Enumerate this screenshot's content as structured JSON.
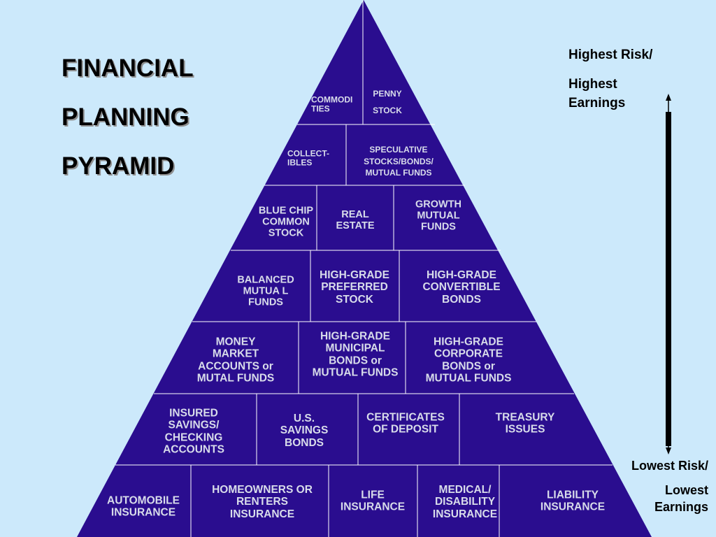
{
  "title": {
    "lines": [
      "FINANCIAL",
      "PLANNING",
      "PYRAMID"
    ]
  },
  "risk_scale": {
    "top_label_1": "Highest Risk/",
    "top_label_2": "Highest",
    "top_label_3": "Earnings",
    "bottom_label_1": "Lowest Risk/",
    "bottom_label_2": "Lowest",
    "bottom_label_3": "Earnings"
  },
  "colors": {
    "background": "#cce9fb",
    "pyramid_fill": "#2a0d8f",
    "pyramid_lines": "#ffffff",
    "text": "#d8dcea"
  },
  "levels": [
    {
      "name": "level-1",
      "cells": [
        {
          "id": "commodities",
          "lines": [
            "COMMODI",
            "TIES"
          ]
        },
        {
          "id": "penny-stock",
          "lines": [
            "PENNY",
            "STOCK"
          ]
        }
      ]
    },
    {
      "name": "level-2",
      "cells": [
        {
          "id": "collectibles",
          "lines": [
            "COLLECT-",
            "IBLES"
          ]
        },
        {
          "id": "speculative",
          "lines": [
            "SPECULATIVE",
            "STOCKS/BONDS/",
            "MUTUAL FUNDS"
          ]
        }
      ]
    },
    {
      "name": "level-3",
      "cells": [
        {
          "id": "blue-chip",
          "lines": [
            "BLUE CHIP",
            "COMMON",
            "STOCK"
          ]
        },
        {
          "id": "real-estate",
          "lines": [
            "REAL",
            "ESTATE"
          ]
        },
        {
          "id": "growth-funds",
          "lines": [
            "GROWTH",
            "MUTUAL",
            "FUNDS"
          ]
        }
      ]
    },
    {
      "name": "level-4",
      "cells": [
        {
          "id": "balanced-funds",
          "lines": [
            "BALANCED",
            "MUTUA L",
            "FUNDS"
          ]
        },
        {
          "id": "hg-preferred",
          "lines": [
            "HIGH-GRADE",
            "PREFERRED",
            "STOCK"
          ]
        },
        {
          "id": "hg-convertible",
          "lines": [
            "HIGH-GRADE",
            "CONVERTIBLE",
            "BONDS"
          ]
        }
      ]
    },
    {
      "name": "level-5",
      "cells": [
        {
          "id": "money-market",
          "lines": [
            "MONEY",
            "MARKET",
            "ACCOUNTS or",
            "MUTAL FUNDS"
          ]
        },
        {
          "id": "hg-municipal",
          "lines": [
            "HIGH-GRADE",
            "MUNICIPAL",
            "BONDS or",
            "MUTUAL FUNDS"
          ]
        },
        {
          "id": "hg-corporate",
          "lines": [
            "HIGH-GRADE",
            "CORPORATE",
            "BONDS or",
            "MUTUAL FUNDS"
          ]
        }
      ]
    },
    {
      "name": "level-6",
      "cells": [
        {
          "id": "insured-savings",
          "lines": [
            "INSURED",
            "SAVINGS/",
            "CHECKING",
            "ACCOUNTS"
          ]
        },
        {
          "id": "us-savings-bonds",
          "lines": [
            "U.S.",
            "SAVINGS",
            "BONDS"
          ]
        },
        {
          "id": "certificates",
          "lines": [
            "CERTIFICATES",
            "OF DEPOSIT"
          ]
        },
        {
          "id": "treasury",
          "lines": [
            "TREASURY",
            "ISSUES"
          ]
        }
      ]
    },
    {
      "name": "level-7",
      "cells": [
        {
          "id": "automobile",
          "lines": [
            "AUTOMOBILE",
            "INSURANCE"
          ]
        },
        {
          "id": "homeowners",
          "lines": [
            "HOMEOWNERS OR",
            "RENTERS",
            "INSURANCE"
          ]
        },
        {
          "id": "life",
          "lines": [
            "LIFE",
            "INSURANCE"
          ]
        },
        {
          "id": "medical",
          "lines": [
            "MEDICAL/",
            "DISABILITY",
            "INSURANCE"
          ]
        },
        {
          "id": "liability",
          "lines": [
            "LIABILITY",
            "INSURANCE"
          ]
        }
      ]
    }
  ]
}
